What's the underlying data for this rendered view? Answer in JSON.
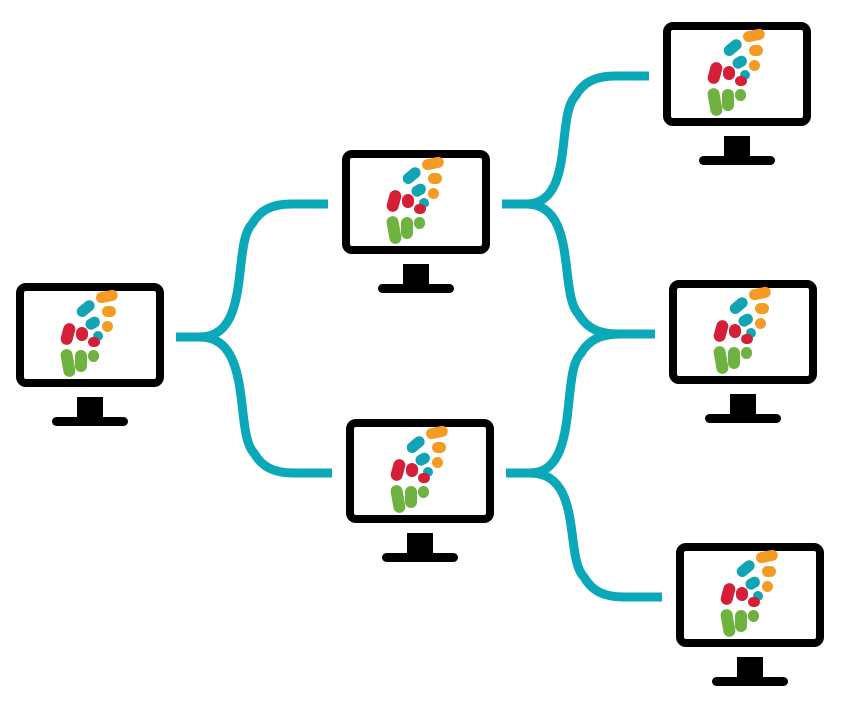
{
  "diagram": {
    "nodes": [
      {
        "id": "root",
        "icon": "monitor-logo-icon"
      },
      {
        "id": "mid-top",
        "icon": "monitor-logo-icon"
      },
      {
        "id": "mid-bottom",
        "icon": "monitor-logo-icon"
      },
      {
        "id": "leaf-top",
        "icon": "monitor-logo-icon"
      },
      {
        "id": "leaf-middle",
        "icon": "monitor-logo-icon"
      },
      {
        "id": "leaf-bottom",
        "icon": "monitor-logo-icon"
      }
    ],
    "edges": [
      {
        "from": "root",
        "to": "mid-top"
      },
      {
        "from": "root",
        "to": "mid-bottom"
      },
      {
        "from": "mid-top",
        "to": "leaf-top"
      },
      {
        "from": "mid-top",
        "to": "leaf-middle"
      },
      {
        "from": "mid-bottom",
        "to": "leaf-middle"
      },
      {
        "from": "mid-bottom",
        "to": "leaf-bottom"
      }
    ]
  },
  "colors": {
    "connector": "#0aa8b8",
    "monitor": "#000000",
    "screen": "#ffffff",
    "logo_orange": "#f59a23",
    "logo_teal": "#12a4b5",
    "logo_red": "#d41f36",
    "logo_green": "#6eb33f"
  }
}
